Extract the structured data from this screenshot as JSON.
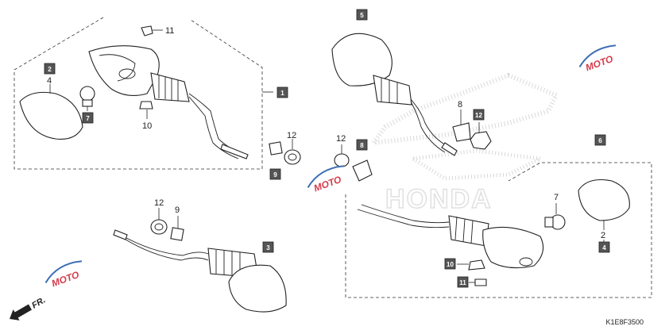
{
  "diagram_code": "K1E8F3500",
  "brand_watermark": "HONDA",
  "direction_label": "FR.",
  "logo_text": "MOTO",
  "boxed_refs": [
    "1",
    "2",
    "3",
    "4",
    "5",
    "6",
    "7",
    "8",
    "9"
  ],
  "part_numbers": [
    "2",
    "4",
    "7",
    "8",
    "9",
    "10",
    "11",
    "12"
  ],
  "colors": {
    "box_fill": "#555555",
    "line": "#222222",
    "watermark": "#c8c8c8",
    "logo_red": "#d63b4a",
    "logo_blue": "#3d6fb4"
  }
}
